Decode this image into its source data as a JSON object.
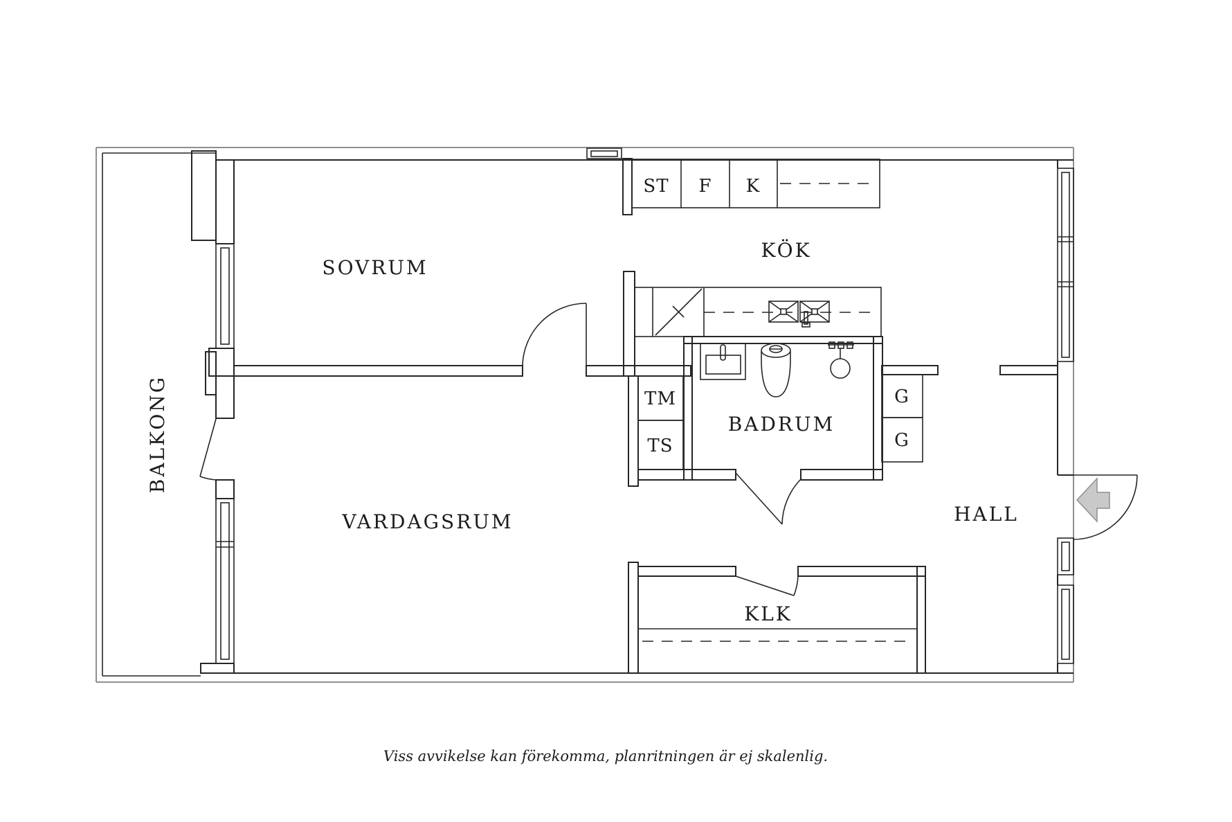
{
  "rooms": {
    "bedroom": "SOVRUM",
    "kitchen": "KÖK",
    "living_room": "VARDAGSRUM",
    "bathroom": "BADRUM",
    "hall": "HALL",
    "closet": "KLK",
    "balcony": "BALKONG"
  },
  "fixtures": {
    "st": "ST",
    "f": "F",
    "k": "K",
    "tm": "TM",
    "ts": "TS",
    "g1": "G",
    "g2": "G"
  },
  "footer": {
    "disclaimer": "Viss avvikelse kan förekomma, planritningen är ej skalenlig."
  },
  "colors": {
    "line": "#262626",
    "outer_line": "#8f8f8f",
    "arrow_fill": "#c9c9c9",
    "arrow_stroke": "#8f8f8f",
    "background": "#ffffff"
  }
}
